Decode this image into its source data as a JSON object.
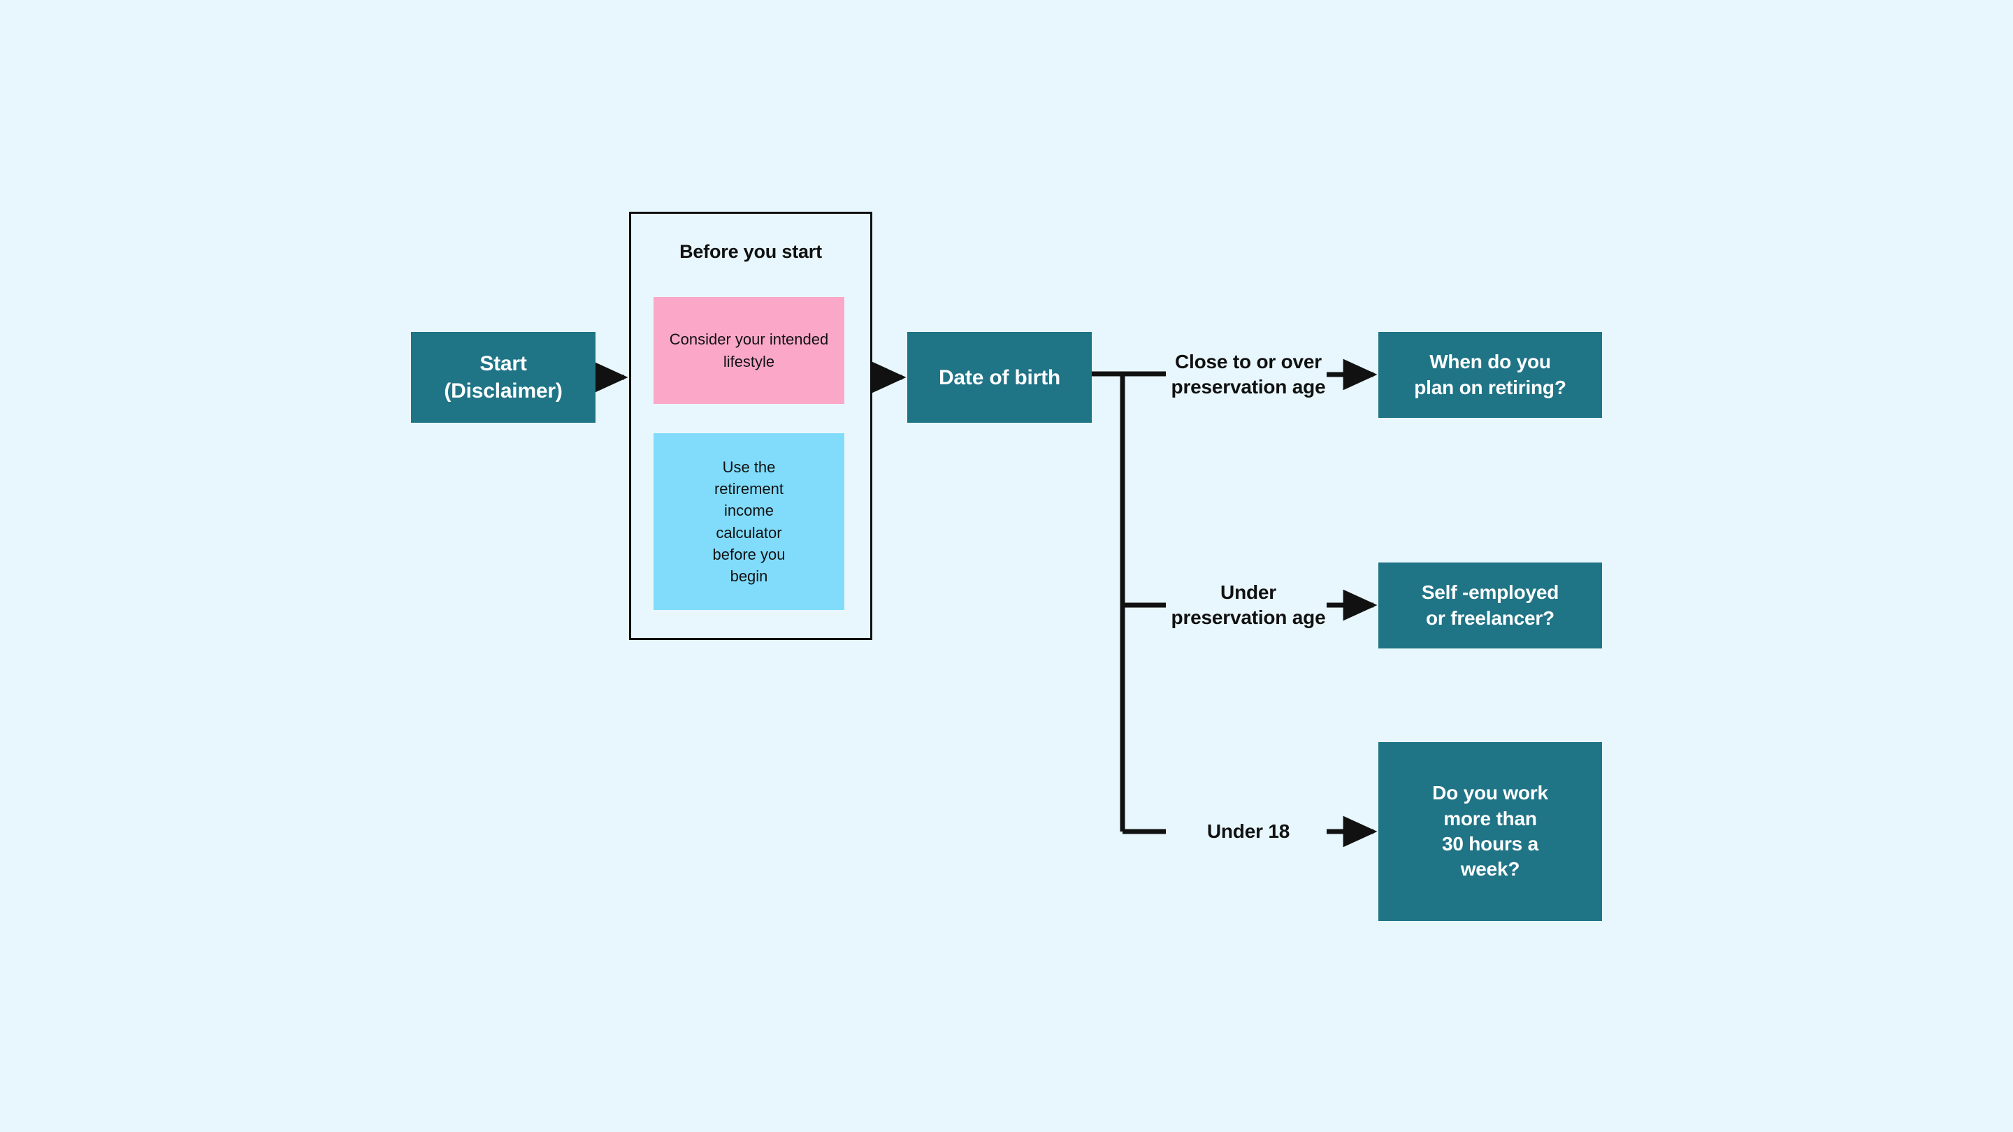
{
  "diagram": {
    "type": "flowchart",
    "background_color": "#e8f7fd",
    "node_color": "#1f7486",
    "node_text_color": "#ffffff",
    "accent_pink": "#fba8c8",
    "accent_blue": "#81dcfb",
    "line_color": "#111111"
  },
  "nodes": {
    "start": "Start\n(Disclaimer)",
    "start_line1": "Start",
    "start_line2": "(Disclaimer)",
    "date_of_birth": "Date of birth",
    "retiring": "When do you\nplan on retiring?",
    "retiring_line1": "When do you",
    "retiring_line2": "plan on retiring?",
    "self_employed": "Self -employed\nor freelancer?",
    "self_employed_line1": "Self -employed",
    "self_employed_line2": "or freelancer?",
    "hours": "Do you work\nmore than\n30 hours a\nweek?",
    "hours_line1": "Do you work",
    "hours_line2": "more than",
    "hours_line3": "30 hours a",
    "hours_line4": "week?"
  },
  "group": {
    "title": "Before you start",
    "items": [
      {
        "id": "consider-lifestyle",
        "text": "Consider your intended lifestyle",
        "color": "#fba8c8"
      },
      {
        "id": "retirement-calculator",
        "text": "Use the retirement income calculator before you begin",
        "color": "#81dcfb"
      }
    ]
  },
  "edge_labels": {
    "branch_top": "Close to or over preservation age",
    "branch_middle": "Under preservation age",
    "branch_bottom": "Under 18"
  },
  "icons": {
    "arrow": "arrow-right-icon"
  }
}
